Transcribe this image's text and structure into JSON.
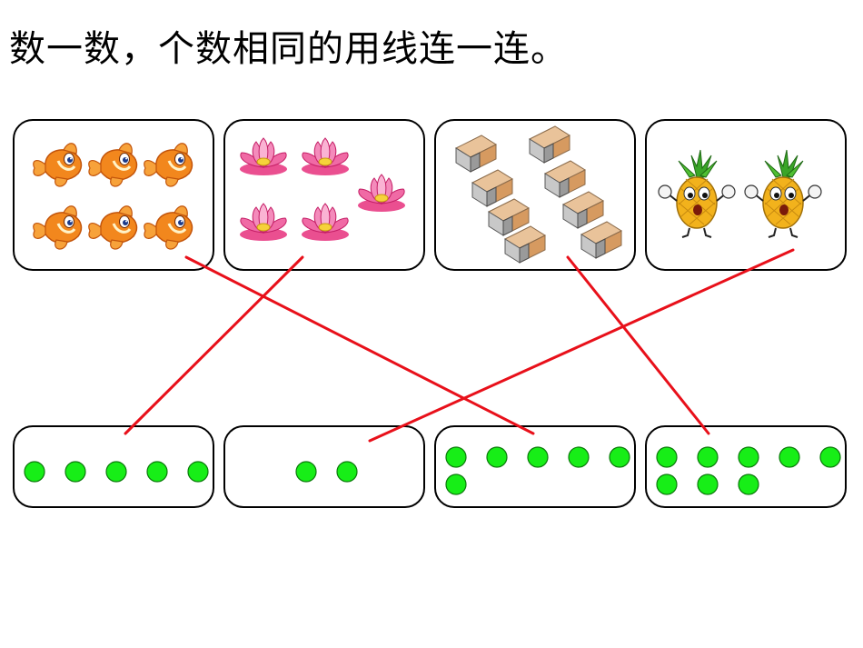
{
  "title": "数一数，个数相同的用线连一连。",
  "picture_cards": [
    {
      "icon": "goldfish-icon",
      "count": 6
    },
    {
      "icon": "lotus-flower-icon",
      "count": 5
    },
    {
      "icon": "eraser-icon",
      "count": 8
    },
    {
      "icon": "pineapple-icon",
      "count": 2
    }
  ],
  "dot_cards": [
    {
      "count": 5
    },
    {
      "count": 2
    },
    {
      "count": 6
    },
    {
      "count": 8
    }
  ],
  "matches": [
    {
      "picture_card": 0,
      "dot_card": 2
    },
    {
      "picture_card": 1,
      "dot_card": 0
    },
    {
      "picture_card": 2,
      "dot_card": 3
    },
    {
      "picture_card": 3,
      "dot_card": 1
    }
  ],
  "colors": {
    "line": "#e8101a",
    "dot_fill": "#17ee17",
    "dot_stroke": "#0b7a0b",
    "box_border": "#000000"
  }
}
